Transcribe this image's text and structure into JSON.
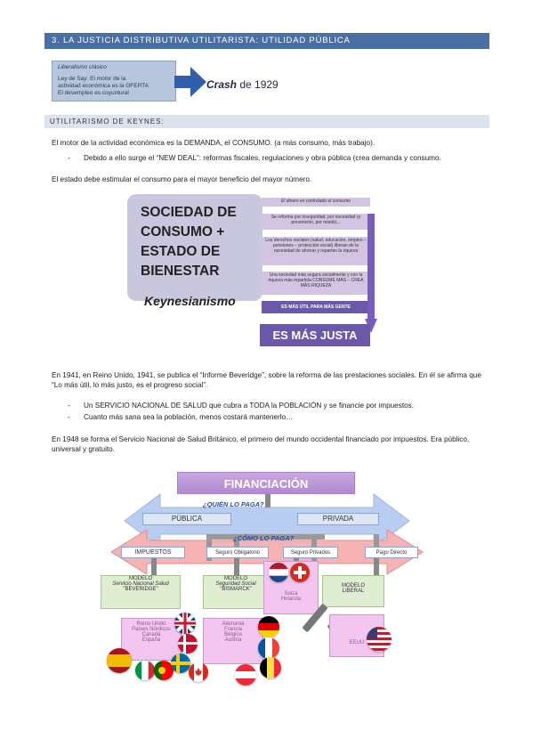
{
  "section": {
    "title": "3. LA JUSTICIA DISTRIBUTIVA UTILITARISTA: UTILIDAD PÚBLICA"
  },
  "liberal": {
    "title": "Liberalismo clásico",
    "line1": "Ley de Say: El motor de la",
    "line2": "actividad económica es la OFERTA",
    "line3": "El desempleo es coyuntural"
  },
  "crash": {
    "italic": "Crash",
    "rest": " de 1929"
  },
  "keynes": {
    "heading": "UTILITARISMO DE KEYNES:",
    "p1": "El motor de la actividad económica es la DEMANDA, el CONSUMO. (a más consumo, más trabajo).",
    "bullet1": "Debido a ello surge el “NEW DEAL”: reformas fiscales, regulaciones y obra pública (crea demanda y consumo.",
    "p2": "El estado debe estimular el consumo para el mayor beneficio del mayor número."
  },
  "figure1": {
    "big_line1": "SOCIEDAD DE",
    "big_line2": "CONSUMO +",
    "big_line3": "ESTADO DE",
    "big_line4": "BIENESTAR",
    "name": "Keynesianismo",
    "box1": "El dinero es controlado el consumo",
    "box2": "Se reforma por inseguridad, por necesidad (o prevención, por miedo)...",
    "box3": "Los derechos sociales (salud, educación, empleo – pensiones – protección social) liberan de la necesidad de ahorrar y reparten la riqueza",
    "box4": "Una sociedad más segura socialmente y con la riqueza más repartida CONSUME MÁS – CREA MÁS RIQUEZA",
    "box5": "ES MÁS ÚTIL PARA MÁS GENTE",
    "justa": "ES MÁS JUSTA"
  },
  "beveridge": {
    "p1": "En 1941, en Reino Unido, 1941, se publica el “Informe Beveridge”, sobre la reforma de las prestaciones sociales. En él se afirma que “Lo más útil, lo más justo, es el progreso social”.",
    "bullet1": "Un SERVICIO NACIONAL DE SALUD que cubra a TODA la POBLACIÓN y se financie por impuestos.",
    "bullet2": "Cuanto más sana sea la población, menos costará mantenerlo…",
    "p2": "En 1948 se forma el Servicio Nacional de Salud Británico, el primero del mundo occidental financiado por impuestos. Era público, universal y gratuito."
  },
  "figure2": {
    "title": "FINANCIACIÓN",
    "q1": "¿QUIÉN LO PAGA?",
    "publica": "PÚBLICA",
    "privada": "PRIVADA",
    "q2": "¿CÓMO LO PAGA?",
    "impuestos": "IMPUESTOS",
    "seguro_obl": "Seguro Obligatorio",
    "seguro_priv": "Seguro Privados",
    "pago_directo": "Pago Directo",
    "modelo1_a": "MODELO",
    "modelo1_b": "Servicio Nacional Salud",
    "modelo1_c": "\"BEVERIDGE\"",
    "modelo2_a": "MODELO",
    "modelo2_b": "Seguridad Social",
    "modelo2_c": "\"BISMARCK\"",
    "suiza": "Suiza",
    "holanda": "Holanda",
    "modelo3_a": "MODELO",
    "modelo3_b": "LIBERAL",
    "list1": [
      "Reino Unido",
      "Países Nórdicos",
      "Canadá",
      "España"
    ],
    "list2": [
      "Alemania",
      "Francia",
      "Bélgica",
      "Austria"
    ],
    "eeuu": "EEUU"
  }
}
